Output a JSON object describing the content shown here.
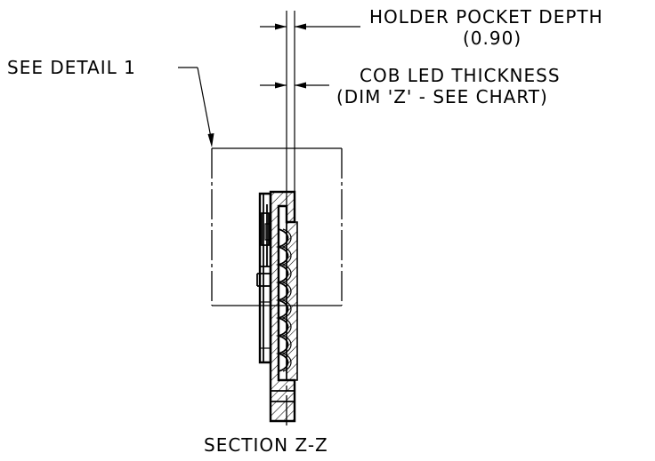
{
  "labels": {
    "holder_depth_line1": "HOLDER POCKET DEPTH",
    "holder_depth_line2": "(0.90)",
    "cob_line1": "COB LED THICKNESS",
    "cob_line2": "(DIM 'Z' - SEE CHART)",
    "see_detail": "SEE DETAIL 1",
    "section": "SECTION Z-Z"
  },
  "colors": {
    "ink": "#000000",
    "background": "#ffffff"
  }
}
